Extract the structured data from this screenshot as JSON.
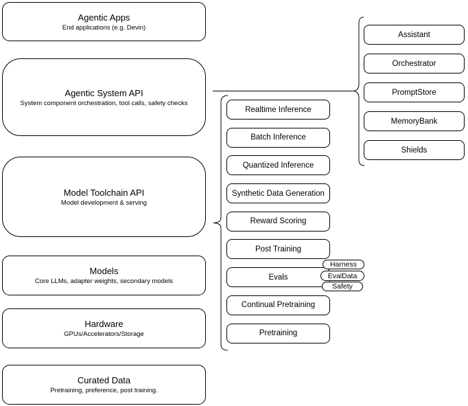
{
  "diagram": {
    "left_stack": [
      {
        "title": "Agentic Apps",
        "subtitle": "End applications (e.g. Devin)"
      },
      {
        "title": "Agentic System API",
        "subtitle": "System component orchestration, tool calls, safety checks"
      },
      {
        "title": "Model Toolchain API",
        "subtitle": "Model development & serving"
      },
      {
        "title": "Models",
        "subtitle": "Core LLMs, adapter weights, secondary models"
      },
      {
        "title": "Hardware",
        "subtitle": "GPUs/Accelerators/Storage"
      },
      {
        "title": "Curated Data",
        "subtitle": "Pretraining, preference, post training."
      }
    ],
    "toolchain_items": [
      "Realtime Inference",
      "Batch Inference",
      "Quantized Inference",
      "Synthetic Data Generation",
      "Reward Scoring",
      "Post Training",
      "Evals",
      "Continual Pretraining",
      "Pretraining"
    ],
    "evals_tags": [
      "Harness",
      "EvalData",
      "Safety"
    ],
    "system_components": [
      "Assistant",
      "Orchestrator",
      "PromptStore",
      "MemoryBank",
      "Shields"
    ],
    "colors": {
      "stroke": "#000000",
      "fill": "#ffffff",
      "background": "#ffffff"
    }
  }
}
